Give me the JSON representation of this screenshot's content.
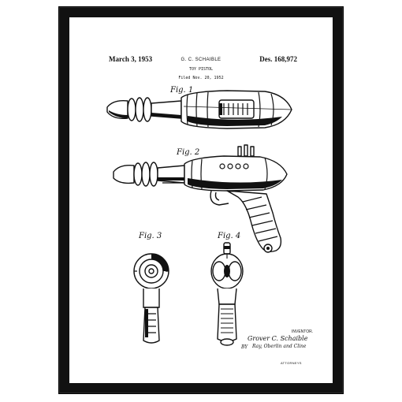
{
  "header": {
    "date": "March 3, 1953",
    "inventor_name": "G. C. SCHAIBLE",
    "patent_number": "Des. 168,972",
    "title": "TOY PISTOL",
    "filed": "Filed Nov. 20, 1952"
  },
  "figures": {
    "fig1": "Fig. 1",
    "fig2": "Fig. 2",
    "fig3": "Fig. 3",
    "fig4": "Fig. 4"
  },
  "signature": {
    "inventor_label": "INVENTOR.",
    "inventor_signature": "Grover C. Schaible",
    "by_label": "BY",
    "attorneys_signature": "Ray, Oberlin and Cline",
    "attorneys_label": "ATTORNEYS"
  },
  "colors": {
    "frame": "#111111",
    "mat": "#ffffff",
    "ink": "#111111"
  }
}
